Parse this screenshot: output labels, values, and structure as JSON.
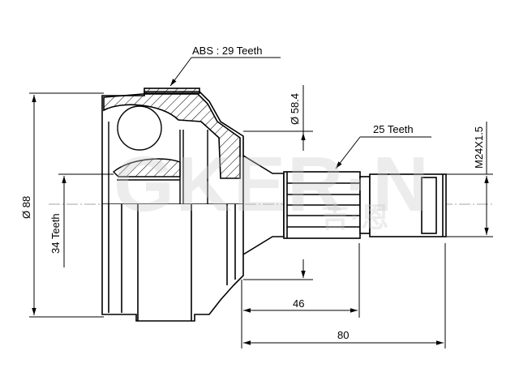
{
  "diagram": {
    "subject": "CV joint (outer constant velocity joint) technical drawing",
    "colors": {
      "line": "#000000",
      "background": "#ffffff",
      "watermark": "#c8c8c8"
    },
    "labels": {
      "abs_teeth": "ABS : 29 Teeth",
      "outer_diameter": "Ø 88",
      "inner_teeth": "34 Teeth",
      "seal_diameter": "Ø 58.4",
      "shaft_teeth": "25 Teeth",
      "thread": "M24X1.5",
      "length_short": "46",
      "length_total": "80"
    },
    "watermark": {
      "text": "GKER·N",
      "subtext": "吉·恩"
    }
  }
}
